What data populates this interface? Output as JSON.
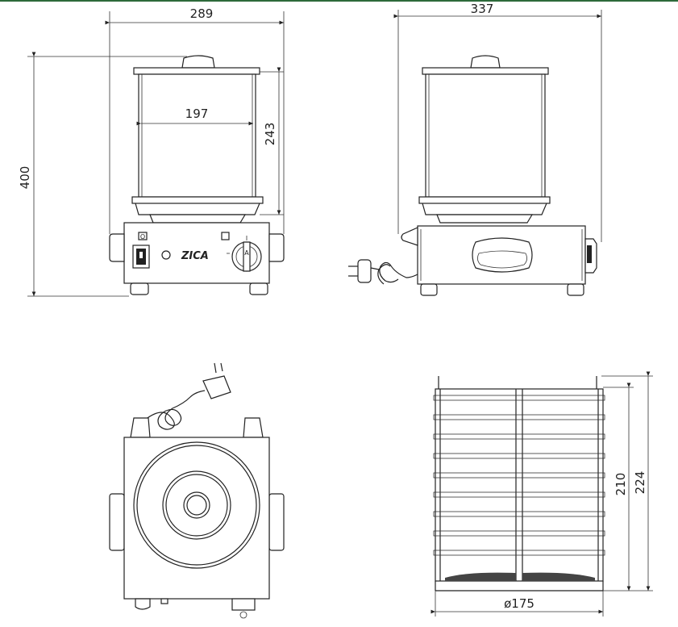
{
  "front_view": {
    "width_dim": "289",
    "height_dim": "400",
    "container_width_dim": "197",
    "container_height_dim": "243",
    "brand": "ZICA",
    "power_switch_symbol": "O",
    "knob_marker": "A"
  },
  "side_view": {
    "depth_dim": "337"
  },
  "basket_view": {
    "inner_height_dim": "210",
    "outer_height_dim": "224",
    "diameter_dim": "ø175"
  }
}
